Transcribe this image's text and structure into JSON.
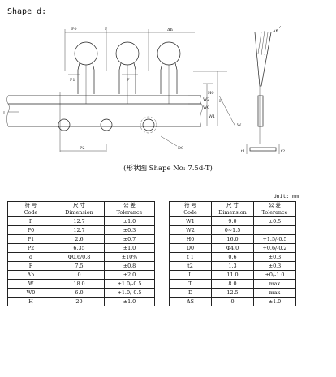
{
  "title": "Shape d:",
  "caption": "(形状图 Shape No: 7.5d-T)",
  "unit": "Unit: mm",
  "drawing_labels": {
    "p0": "P0",
    "p": "P",
    "dh_top": "Δh",
    "p1": "P1",
    "f": "F",
    "w2": "W2",
    "w0": "W0",
    "w1": "W1",
    "h0": "H0",
    "h": "H",
    "w": "W",
    "l": "L",
    "p2": "P2",
    "d0": "D0",
    "t1": "t1",
    "t2": "t2",
    "dh_side": "Δh"
  },
  "table_headers": {
    "symbol_zh": "符 号",
    "symbol_en": "Code",
    "dimension_zh": "尺 寸",
    "dimension_en": "Dimension",
    "tolerance_zh": "公 差",
    "tolerance_en": "Tolerance"
  },
  "left_rows": [
    {
      "code": "P",
      "dimension": "12.7",
      "tolerance": "±1.0"
    },
    {
      "code": "P0",
      "dimension": "12.7",
      "tolerance": "±0.3"
    },
    {
      "code": "P1",
      "dimension": "2.6",
      "tolerance": "±0.7"
    },
    {
      "code": "P2",
      "dimension": "6.35",
      "tolerance": "±1.0"
    },
    {
      "code": "d",
      "dimension": "Φ0.6/0.8",
      "tolerance": "±10%"
    },
    {
      "code": "F",
      "dimension": "7.5",
      "tolerance": "±0.8"
    },
    {
      "code": "Δh",
      "dimension": "0",
      "tolerance": "±2.0"
    },
    {
      "code": "W",
      "dimension": "18.0",
      "tolerance": "+1.0/-0.5"
    },
    {
      "code": "W0",
      "dimension": "6.0",
      "tolerance": "+1.0/-0.5"
    },
    {
      "code": "H",
      "dimension": "20",
      "tolerance": "±1.0"
    }
  ],
  "right_rows": [
    {
      "code": "W1",
      "dimension": "9.0",
      "tolerance": "±0.5"
    },
    {
      "code": "W2",
      "dimension": "0~1.5",
      "tolerance": ""
    },
    {
      "code": "H0",
      "dimension": "16.0",
      "tolerance": "+1.5/-0.5"
    },
    {
      "code": "D0",
      "dimension": "Φ4.0",
      "tolerance": "+0.6/-0.2"
    },
    {
      "code": "t 1",
      "dimension": "0.6",
      "tolerance": "±0.3"
    },
    {
      "code": "t2",
      "dimension": "1.3",
      "tolerance": "±0.3"
    },
    {
      "code": "L",
      "dimension": "11.0",
      "tolerance": "+0/-1.0"
    },
    {
      "code": "T",
      "dimension": "8.0",
      "tolerance": "max"
    },
    {
      "code": "D",
      "dimension": "12.5",
      "tolerance": "max"
    },
    {
      "code": "ΔS",
      "dimension": "0",
      "tolerance": "±1.0"
    }
  ]
}
